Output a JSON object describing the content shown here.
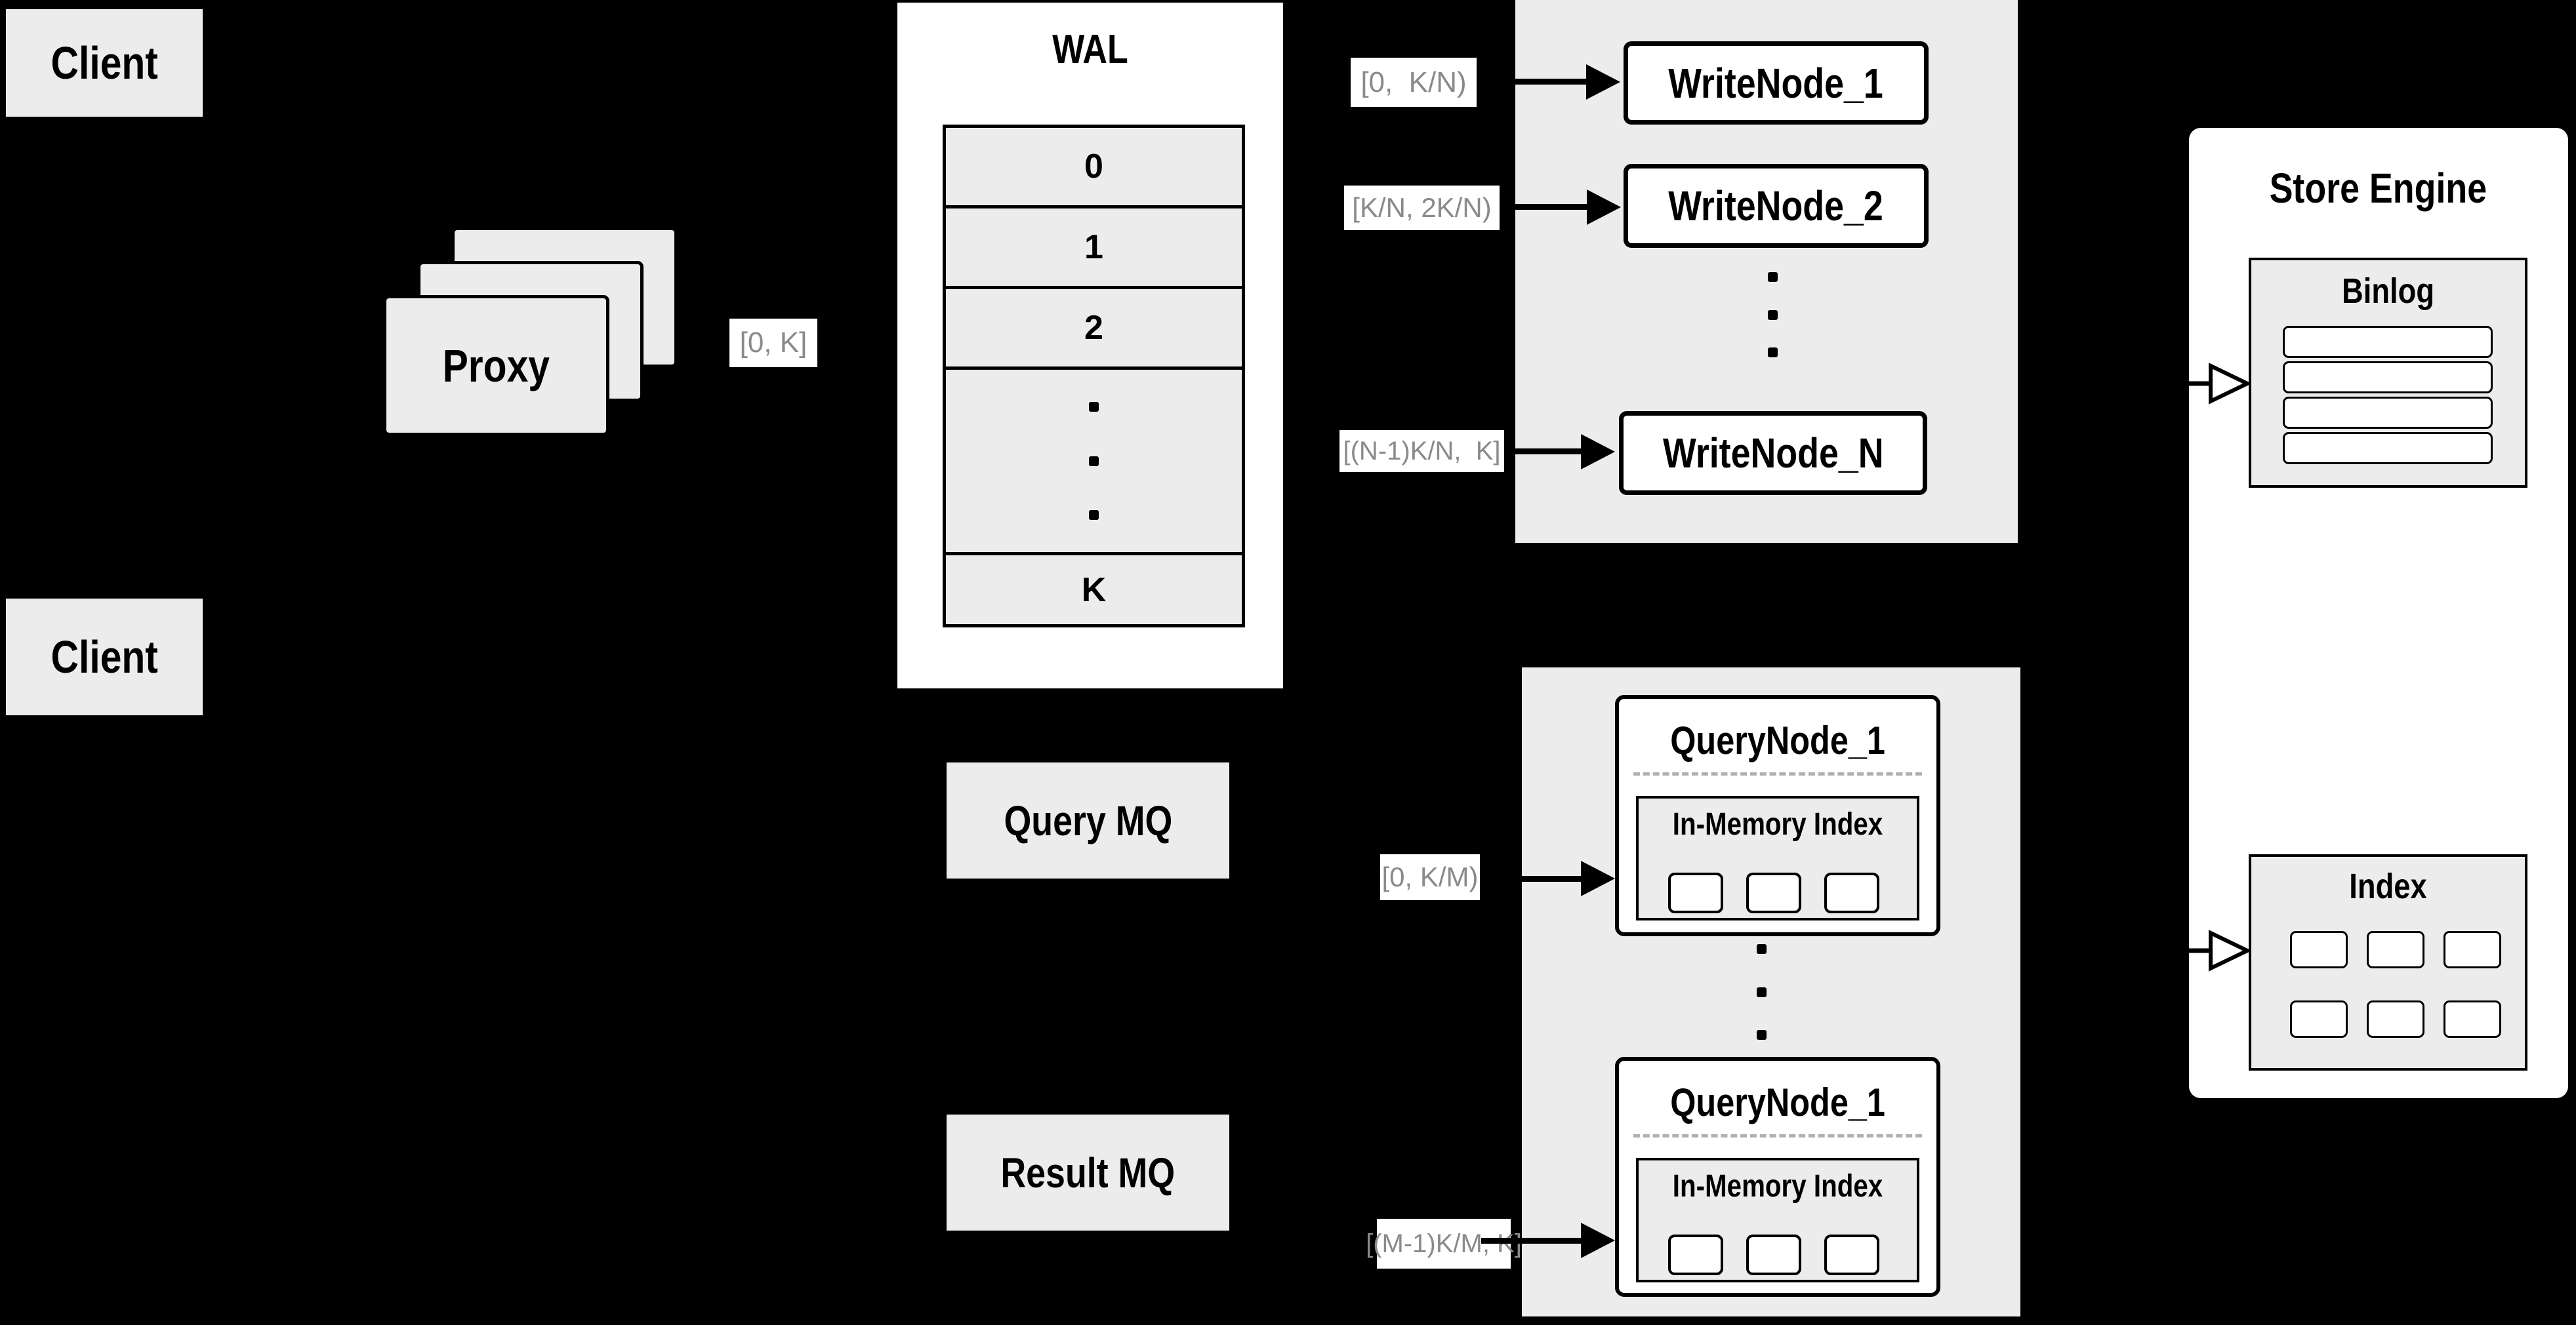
{
  "clients": {
    "top_label": "Client",
    "bottom_label": "Client"
  },
  "proxy": {
    "label": "Proxy"
  },
  "range_labels": {
    "proxy_to_wal": "[0, K]",
    "wal_to_write_1": "[0,  K/N)",
    "wal_to_write_2": "[K/N, 2K/N)",
    "wal_to_write_n": "[(N-1)K/N,  K]",
    "query_mq_to_node_1": "[0, K/M)",
    "query_mq_to_node_m": "[(M-1)K/M, K]"
  },
  "wal": {
    "title": "WAL",
    "rows": [
      "0",
      "1",
      "2"
    ],
    "last_row": "K"
  },
  "write_nodes": {
    "node_1": "WriteNode_1",
    "node_2": "WriteNode_2",
    "node_n": "WriteNode_N"
  },
  "message_queues": {
    "query": "Query MQ",
    "result": "Result MQ"
  },
  "query_nodes": {
    "node_top_title": "QueryNode_1",
    "node_bottom_title": "QueryNode_1",
    "in_memory_top": "In-Memory Index",
    "in_memory_bottom": "In-Memory Index"
  },
  "store_engine": {
    "title": "Store Engine",
    "binlog_title": "Binlog",
    "index_title": "Index"
  },
  "colors": {
    "background": "#000000",
    "panel_gray": "#ececec",
    "box_white": "#ffffff",
    "stroke_black": "#000000",
    "range_label_text": "#8a8a8a",
    "dashed_separator": "#b0b0b0"
  }
}
